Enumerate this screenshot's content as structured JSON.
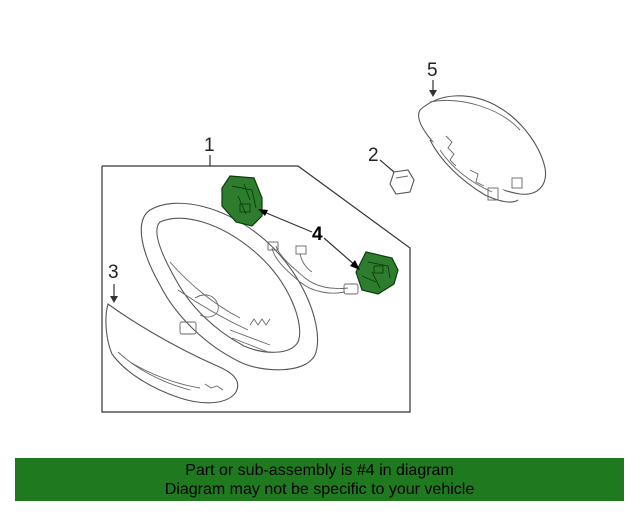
{
  "diagram": {
    "callouts": {
      "c1": "1",
      "c2": "2",
      "c3": "3",
      "c4": "4",
      "c5": "5"
    },
    "highlight_color": "#2e7d2e"
  },
  "banner": {
    "line1": "Part or sub-assembly is #4 in diagram",
    "line2": "Diagram may not be specific to your vehicle",
    "background": "#1f7a1f"
  }
}
